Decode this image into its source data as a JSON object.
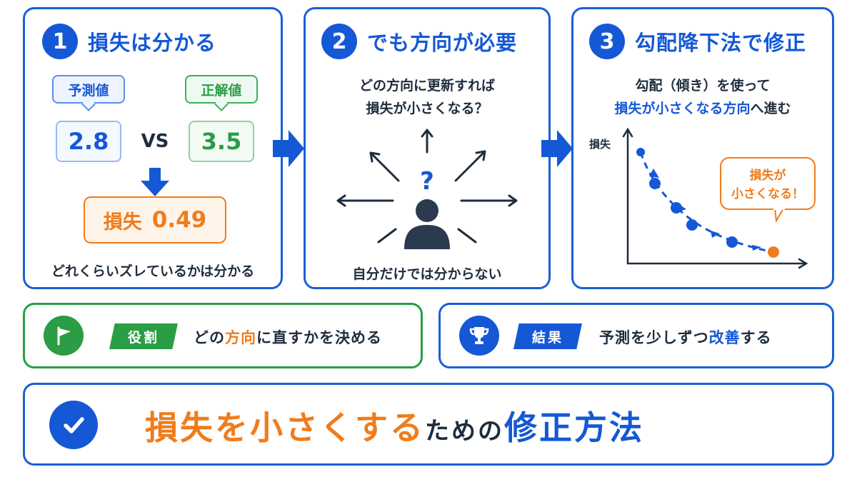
{
  "colors": {
    "primary_blue": "#1558d6",
    "orange": "#f07c1c",
    "green": "#2a9d45",
    "dark": "#1f2d3d",
    "light_blue_bg": "#eef4ff",
    "light_green_bg": "#eefaf1",
    "light_orange_bg": "#fff4ea"
  },
  "step1": {
    "number": "1",
    "title": "損失は分かる",
    "prediction_label": "予測値",
    "prediction_value": "2.8",
    "vs": "VS",
    "truth_label": "正解値",
    "truth_value": "3.5",
    "loss_label": "損失",
    "loss_value": "0.49",
    "caption": "どれくらいズレているかは分かる"
  },
  "step2": {
    "number": "2",
    "title": "でも方向が必要",
    "question_line1": "どの方向に更新すれば",
    "question_line2": "損失が小さくなる？",
    "question_mark": "?",
    "caption": "自分だけでは分からない"
  },
  "step3": {
    "number": "3",
    "title": "勾配降下法で修正",
    "desc_line1": "勾配（傾き）を使って",
    "desc_line2_highlight": "損失が小さくなる方向",
    "desc_line2_rest": "へ進む",
    "y_axis_label": "損失",
    "bubble_line1": "損失が",
    "bubble_line2": "小さくなる！"
  },
  "role": {
    "icon": "flag-icon",
    "label": "役割",
    "text_part1": "どの",
    "text_highlight": "方向",
    "text_part2": "に直すかを決める"
  },
  "result": {
    "icon": "trophy-icon",
    "label": "結果",
    "text_part1": "予測を少しずつ",
    "text_highlight": "改善",
    "text_part2": "する"
  },
  "summary": {
    "icon": "check-icon",
    "part1": "損失を小さくする",
    "part2": "ための",
    "part3": "修正方法"
  }
}
